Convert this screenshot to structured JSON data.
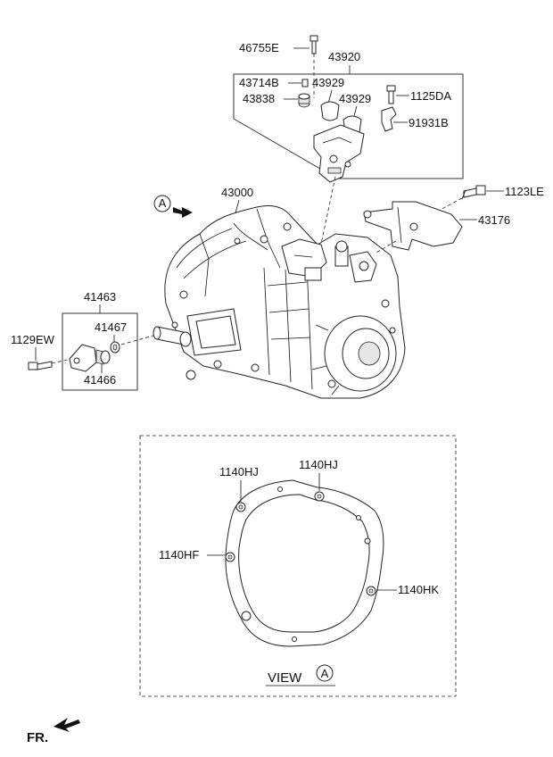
{
  "labels": {
    "p46755E": "46755E",
    "p43920": "43920",
    "p43714B": "43714B",
    "p43929a": "43929",
    "p43838": "43838",
    "p43929b": "43929",
    "p1125DA": "1125DA",
    "p91931B": "91931B",
    "p43000": "43000",
    "p1123LE": "1123LE",
    "p43176": "43176",
    "p41463": "41463",
    "p41467": "41467",
    "p1129EW": "1129EW",
    "p41466": "41466",
    "p1140HJa": "1140HJ",
    "p1140HJb": "1140HJ",
    "p1140HF": "1140HF",
    "p1140HK": "1140HK"
  },
  "view": {
    "text": "VIEW",
    "marker": "A"
  },
  "arrow_marker": "A",
  "front": {
    "text": "FR."
  }
}
